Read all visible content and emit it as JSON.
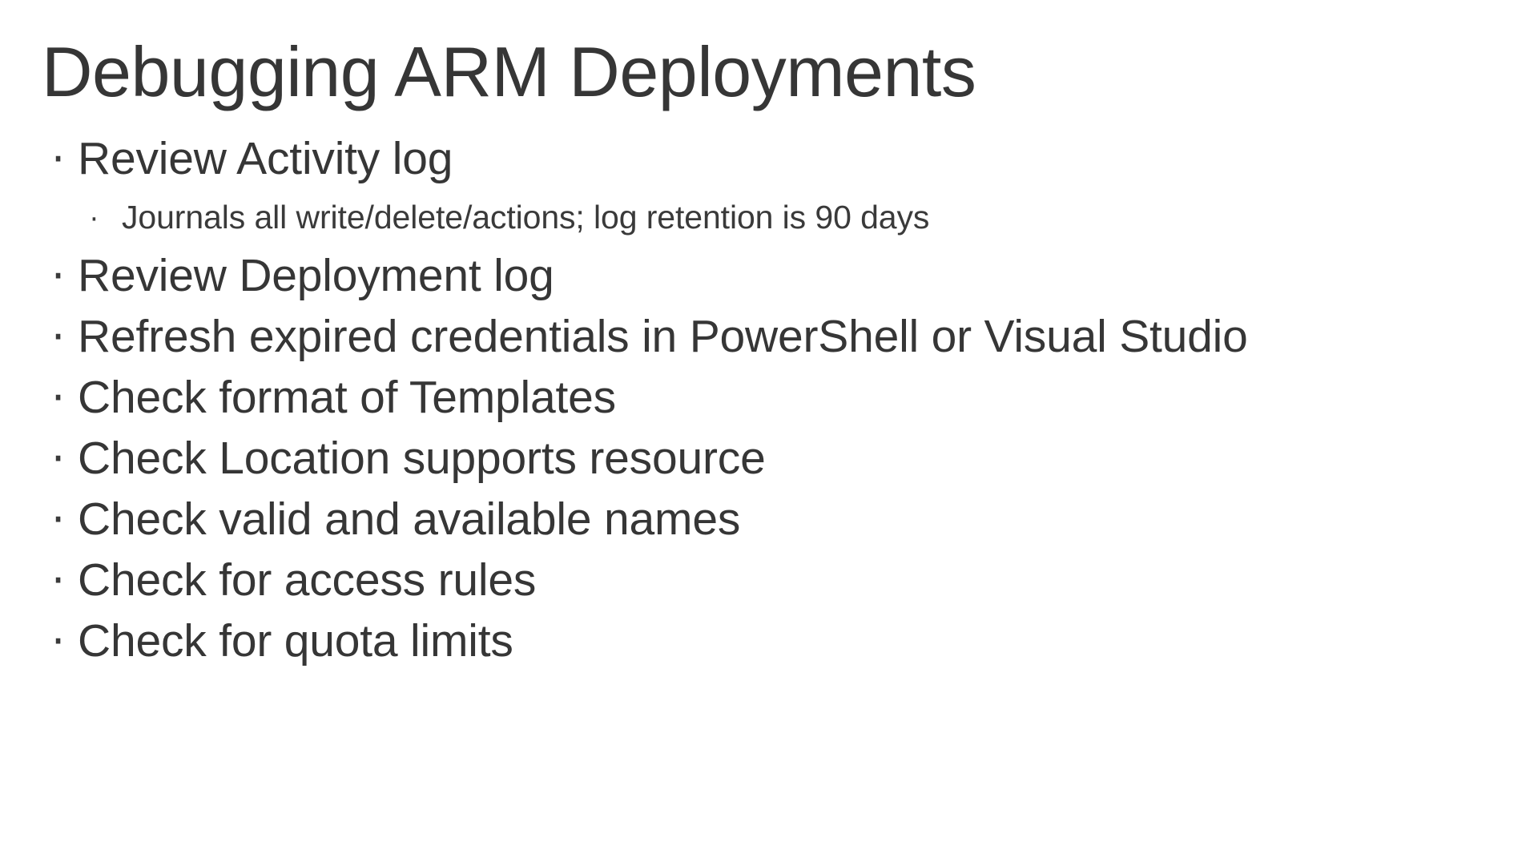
{
  "slide": {
    "title": "Debugging ARM Deployments",
    "background_color": "#ffffff",
    "text_color": "#363636",
    "bullet_glyph": "·",
    "content": [
      {
        "level": 1,
        "text": "Review Activity log"
      },
      {
        "level": 2,
        "text": "Journals all write/delete/actions; log retention is 90 days"
      },
      {
        "level": 1,
        "text": "Review Deployment log"
      },
      {
        "level": 1,
        "text": "Refresh expired credentials in PowerShell or Visual Studio"
      },
      {
        "level": 1,
        "text": "Check format of Templates"
      },
      {
        "level": 1,
        "text": "Check Location supports resource"
      },
      {
        "level": 1,
        "text": "Check valid and available names"
      },
      {
        "level": 1,
        "text": "Check for access rules"
      },
      {
        "level": 1,
        "text": "Check for quota limits"
      }
    ]
  }
}
